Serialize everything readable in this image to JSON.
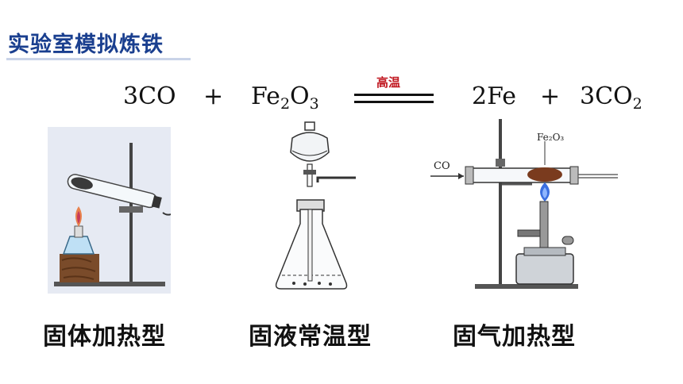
{
  "title": "实验室模拟炼铁",
  "equation": {
    "r1": "3CO",
    "plus1": "+",
    "r2_base1": "Fe",
    "r2_sub1": "2",
    "r2_base2": "O",
    "r2_sub2": "3",
    "condition": "高温",
    "p1": "2Fe",
    "plus2": "+",
    "p2_base": "3CO",
    "p2_sub": "2"
  },
  "apparatus": [
    {
      "caption": "固体加热型"
    },
    {
      "caption": "固液常温型"
    },
    {
      "caption": "固气加热型",
      "label_co": "CO",
      "label_fe2o3": "Fe₂O₃"
    }
  ],
  "colors": {
    "title": "#1a3f8f",
    "condition": "#c0161f",
    "frame": "#e6eaf3"
  }
}
